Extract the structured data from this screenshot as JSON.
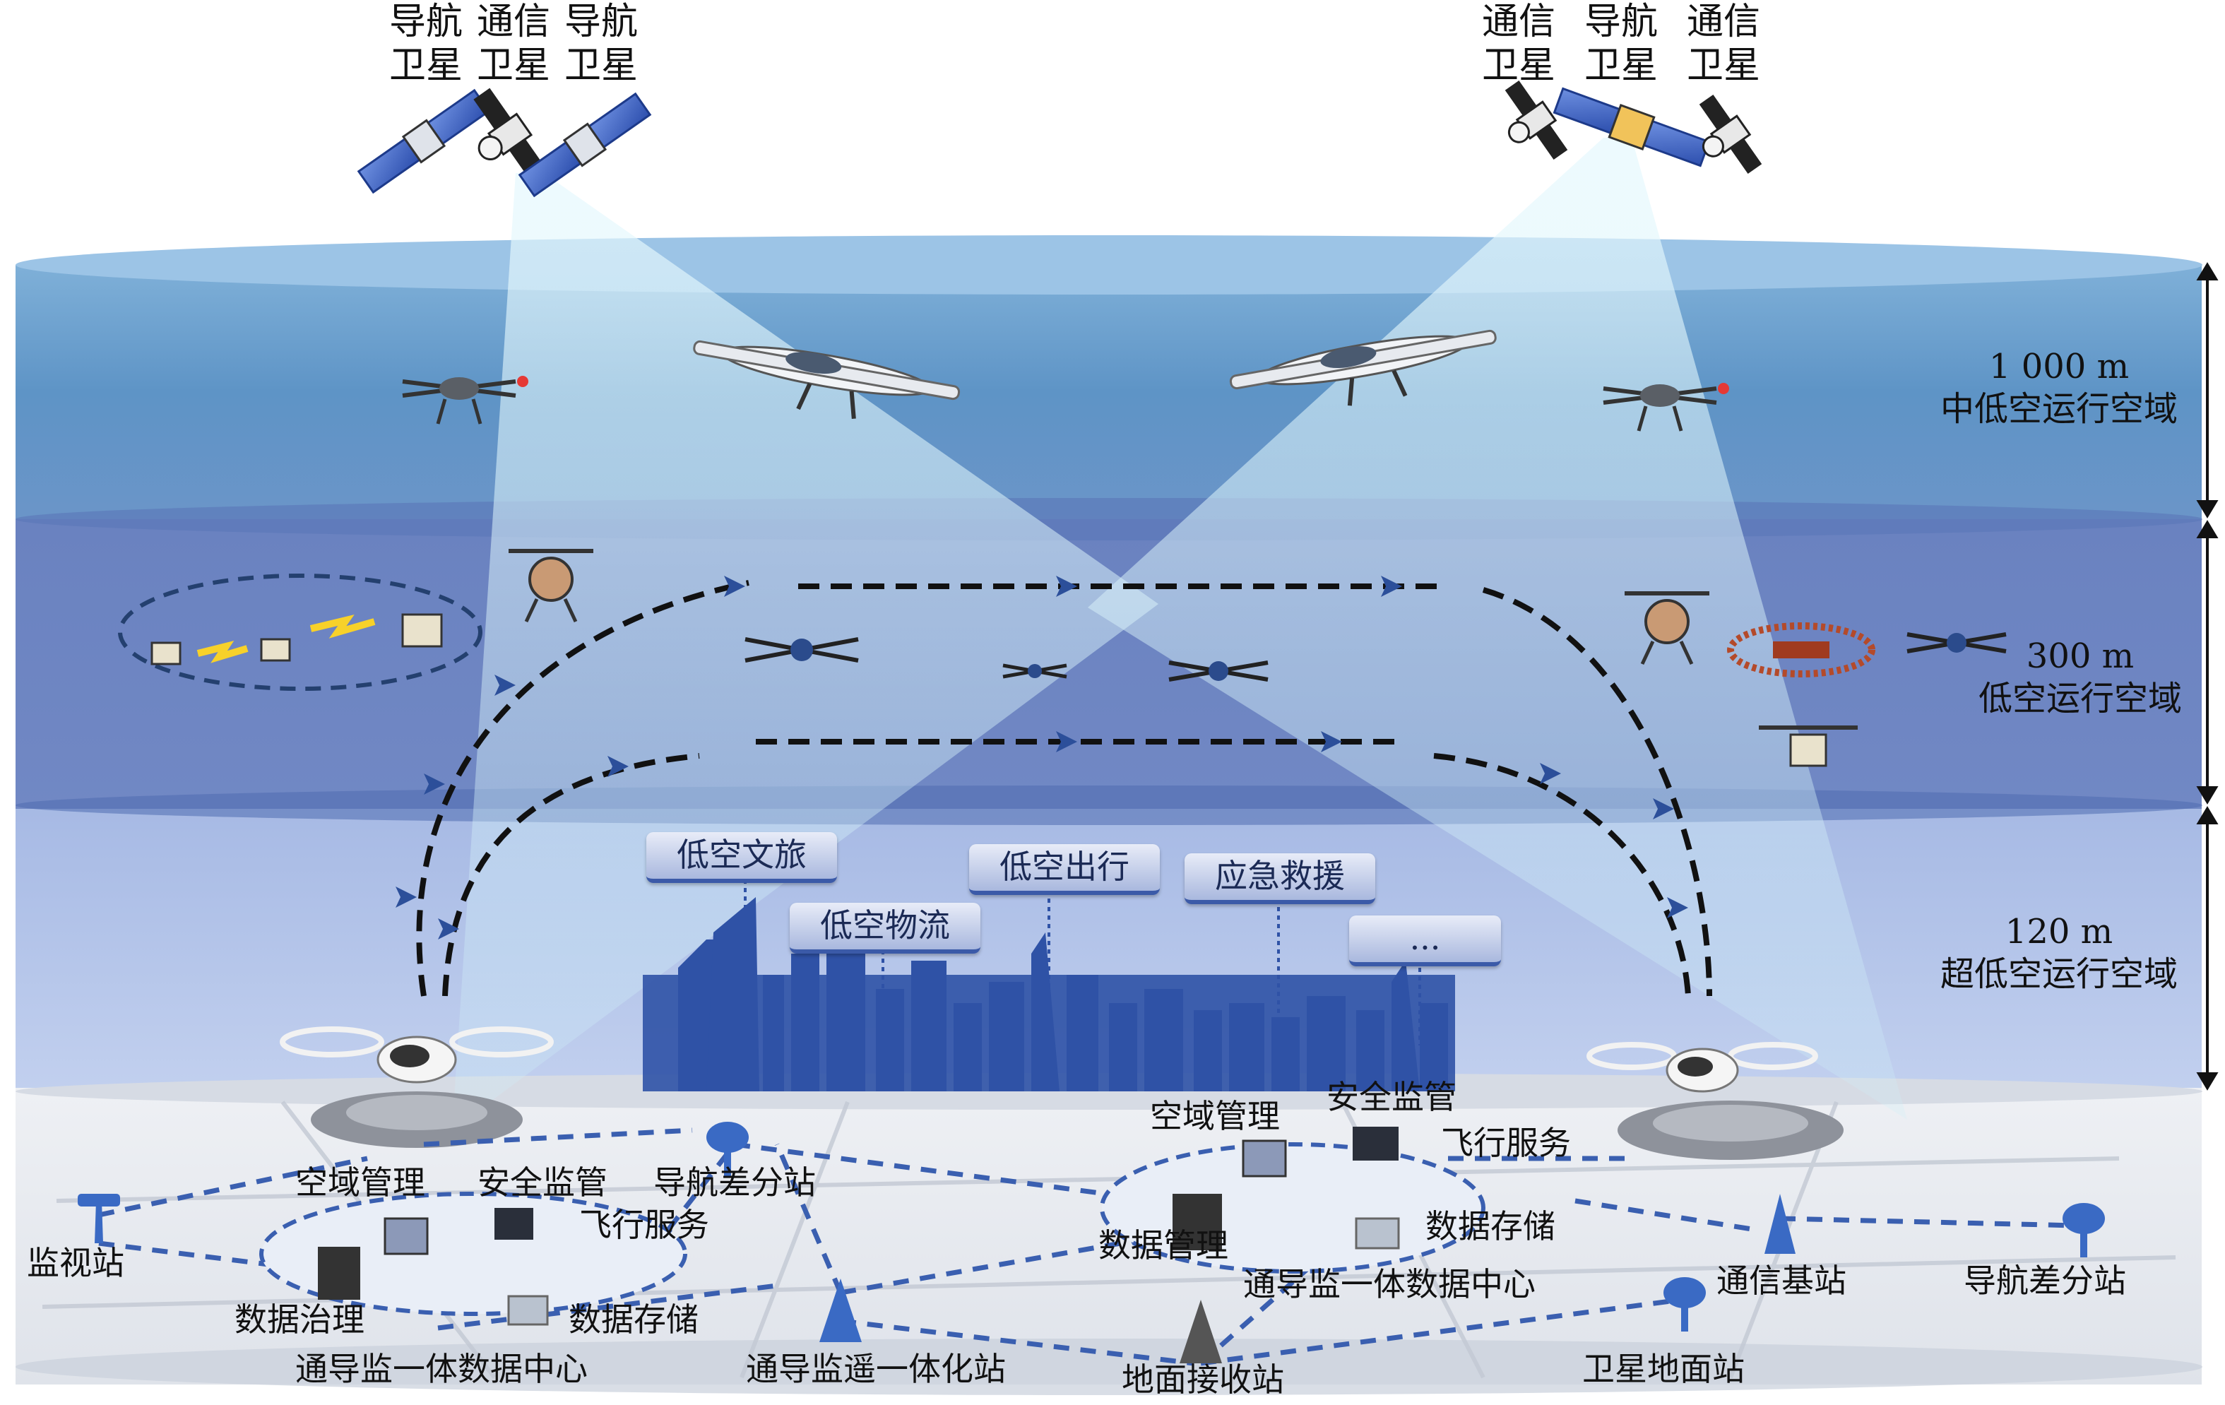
{
  "satellites": {
    "left": [
      {
        "label": "导航\n卫星"
      },
      {
        "label": "通信\n卫星"
      },
      {
        "label": "导航\n卫星"
      }
    ],
    "right": [
      {
        "label": "通信\n卫星"
      },
      {
        "label": "导航\n卫星"
      },
      {
        "label": "通信\n卫星"
      }
    ]
  },
  "layers": [
    {
      "altitude": "1 000 m",
      "name": "中低空运行空域",
      "color": "#6a9ccc"
    },
    {
      "altitude": "300 m",
      "name": "低空运行空域",
      "color": "#6c86c2"
    },
    {
      "altitude": "120 m",
      "name": "超低空运行空域",
      "color": "#b3c5ea"
    }
  ],
  "city_tags": [
    "低空文旅",
    "低空物流",
    "低空出行",
    "应急救援",
    "..."
  ],
  "ground": {
    "left_center": {
      "airspace": "空域管理",
      "safety": "安全监管",
      "flight": "飞行服务",
      "governance": "数据治理",
      "storage": "数据存储",
      "center": "通导监一体数据中心"
    },
    "right_center": {
      "airspace": "空域管理",
      "safety": "安全监管",
      "flight": "飞行服务",
      "management": "数据管理",
      "storage": "数据存储",
      "center": "通导监一体数据中心"
    },
    "stations": {
      "surveillance": "监视站",
      "nav_diff_left": "导航差分站",
      "integrated": "通导监遥一体化站",
      "receiving": "地面接收站",
      "satellite_ground": "卫星地面站",
      "comm_base": "通信基站",
      "nav_diff_right": "导航差分站"
    }
  },
  "colors": {
    "sky_top": "#5f96c8",
    "sky_mid": "#6b84c0",
    "sky_low": "#b2c4e9",
    "city": "#2f52a6",
    "beam": "#d9f4fb",
    "route": "#111111",
    "plane_marker": "#2c4f9a",
    "network": "#3a5fb0"
  }
}
